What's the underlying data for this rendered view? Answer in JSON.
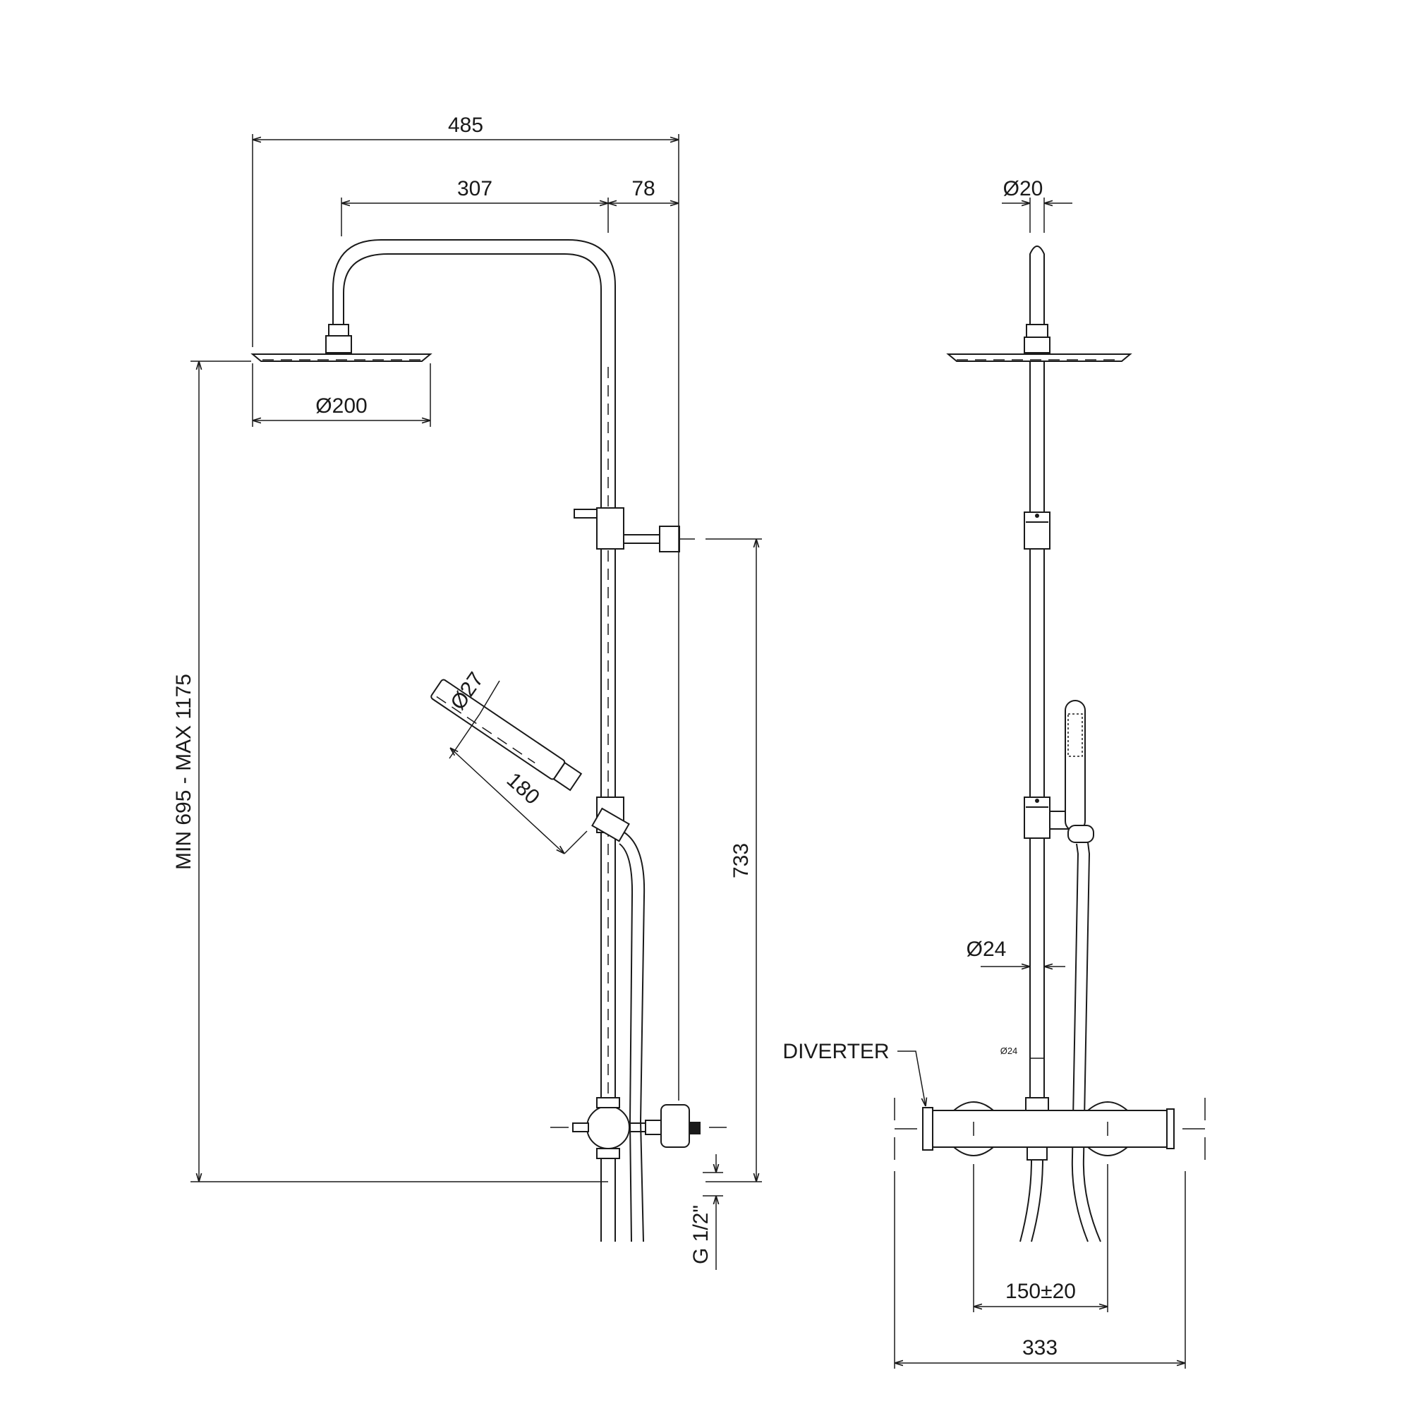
{
  "dimensions": {
    "overall_width": "485",
    "arm_length": "307",
    "arm_offset": "78",
    "head_diameter": "Ø200",
    "height_range": "MIN 695 - MAX 1175",
    "hand_shower_diameter": "Ø27",
    "hand_shower_length": "180",
    "rail_height": "733",
    "inlet_thread": "G 1/2\"",
    "arm_diameter": "Ø20",
    "rail_diameter": "Ø24",
    "rail_diameter_small": "Ø24",
    "centres": "150±20",
    "mixer_width": "333"
  },
  "labels": {
    "diverter": "DIVERTER"
  },
  "colors": {
    "line": "#1a1a1a",
    "background": "#ffffff"
  }
}
